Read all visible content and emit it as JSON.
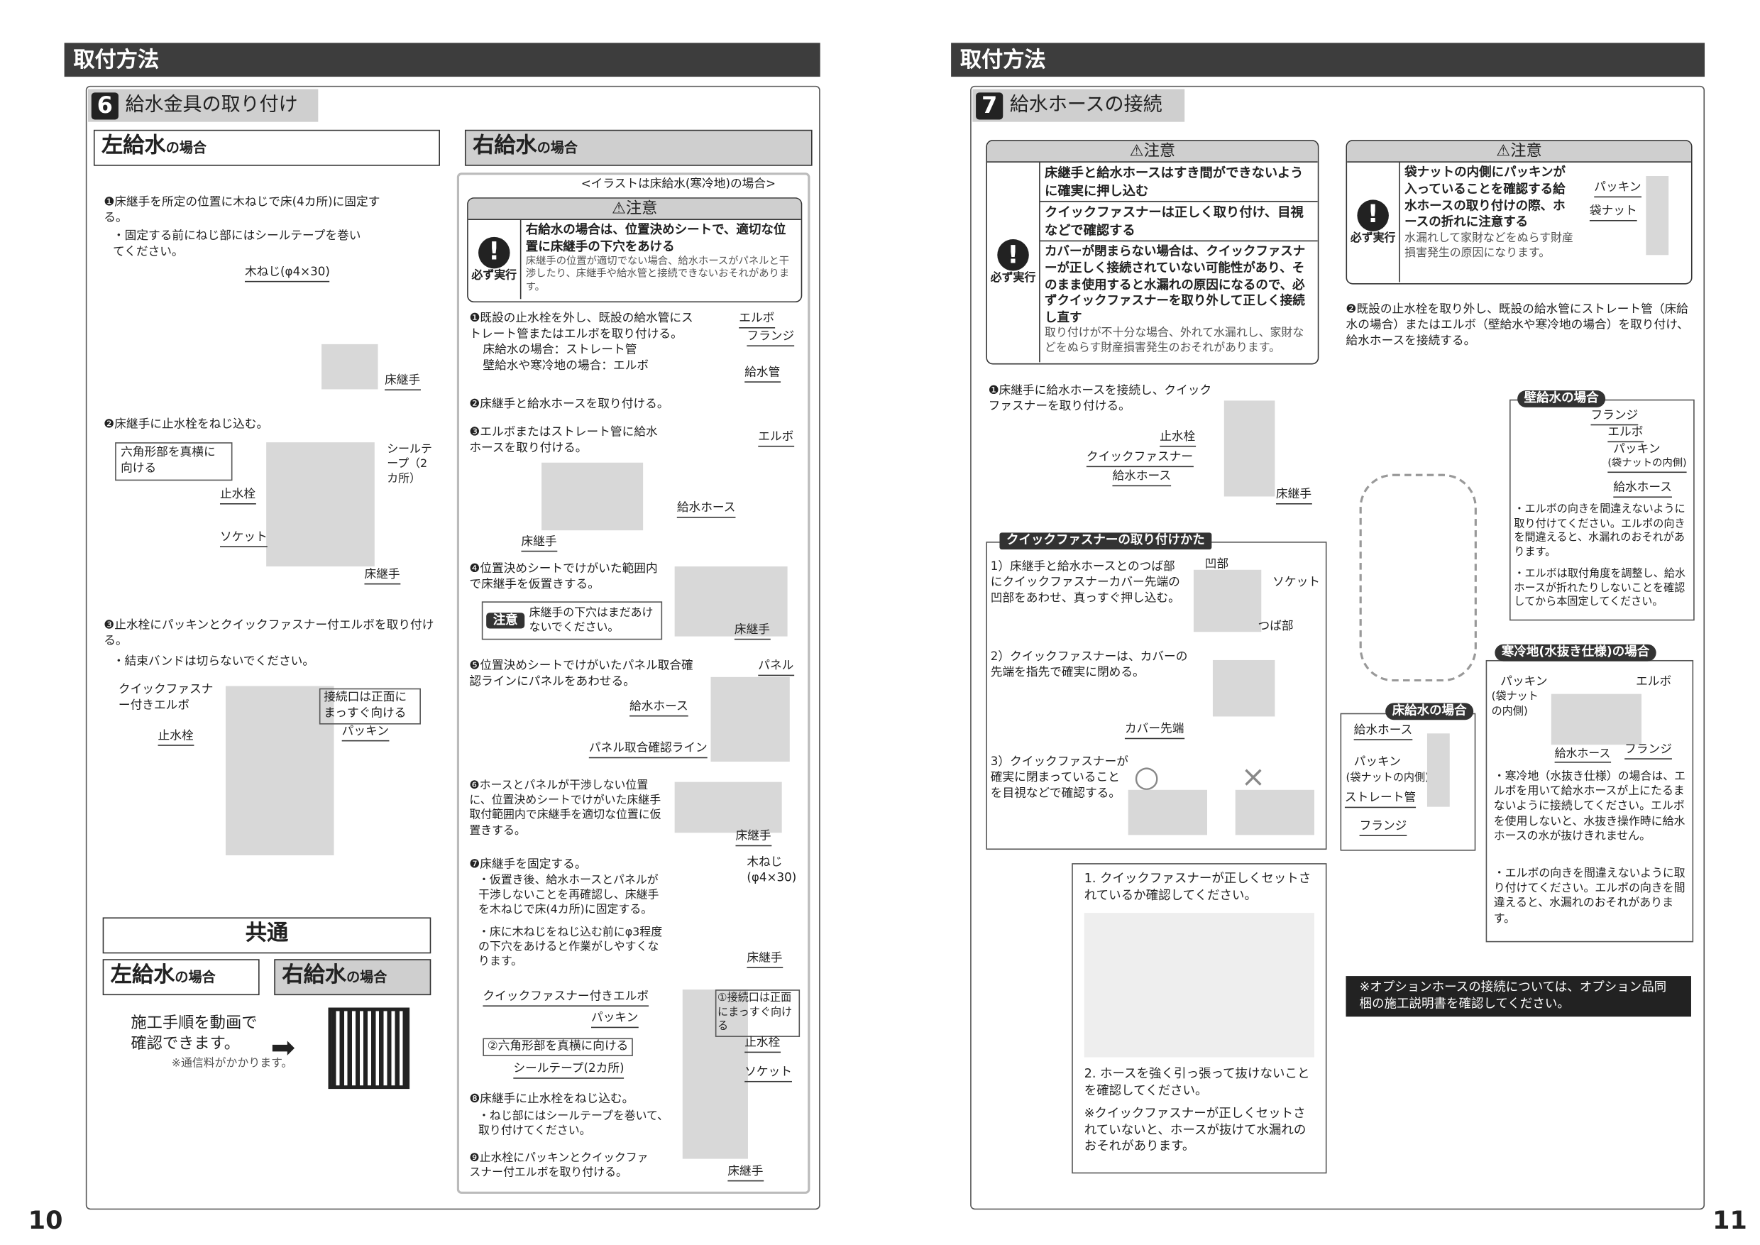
{
  "left": {
    "header": "取付方法",
    "section": {
      "num": "6",
      "title": "給水金具の取り付け"
    },
    "left_supply": {
      "heading": "左給水",
      "suffix": "の場合",
      "step1": "❶床継手を所定の位置に木ねじで床(4カ所)に固定する。",
      "step1_note": "・固定する前にねじ部にはシールテープを巻いてください。",
      "lbl_screw": "木ねじ(φ4×30)",
      "lbl_floor_joint": "床継手",
      "step2": "❷床継手に止水栓をねじ込む。",
      "lbl_hex": "六角形部を真横に向ける",
      "lbl_valve": "止水栓",
      "lbl_seal": "シールテープ（2カ所）",
      "lbl_socket": "ソケット",
      "lbl_floor_joint2": "床継手",
      "step3": "❸止水栓にパッキンとクイックファスナー付エルボを取り付ける。",
      "step3_note": "・結束バンドは切らないでください。",
      "lbl_qf_elbow": "クイックファスナー付きエルボ",
      "lbl_port": "接続口は正面にまっすぐ向ける",
      "lbl_packing": "パッキン",
      "lbl_valve2": "止水栓"
    },
    "common": {
      "title": "共通",
      "left": "左給水",
      "right": "右給水",
      "suffix": "の場合",
      "video": "施工手順を動画で確認できます。",
      "fee": "※通信料がかかります。"
    },
    "right_supply": {
      "heading": "右給水",
      "suffix": "の場合",
      "illust_note": "<イラストは床給水(寒冷地)の場合>",
      "caution": {
        "title": "⚠注意",
        "must": "必ず実行",
        "bold": "右給水の場合は、位置決めシートで、適切な位置に床継手の下穴をあける",
        "detail": "床継手の位置が適切でない場合、給水ホースがパネルと干渉したり、床継手や給水管と接続できないおそれがあります。"
      },
      "step1": "❶既設の止水栓を外し、既設の給水管にストレート管またはエルボを取り付ける。",
      "step1_a": "床給水の場合：ストレート管",
      "step1_b": "壁給水や寒冷地の場合：エルボ",
      "lbl_elbow": "エルボ",
      "lbl_flange": "フランジ",
      "lbl_pipe": "給水管",
      "step2": "❷床継手と給水ホースを取り付ける。",
      "step3": "❸エルボまたはストレート管に給水ホースを取り付ける。",
      "lbl_elbow2": "エルボ",
      "lbl_hose": "給水ホース",
      "lbl_joint": "床継手",
      "step4": "❹位置決めシートでけがいた範囲内で床継手を仮置きする。",
      "note4_tag": "注意",
      "note4": "床継手の下穴はまだあけないでください。",
      "lbl_joint4": "床継手",
      "step5": "❺位置決めシートでけがいたパネル取合確認ラインにパネルをあわせる。",
      "lbl_panel": "パネル",
      "lbl_hose5": "給水ホース",
      "lbl_line": "パネル取合確認ライン",
      "step6": "❻ホースとパネルが干渉しない位置に、位置決めシートでけがいた床継手取付範囲内で床継手を適切な位置に仮置きする。",
      "lbl_joint6": "床継手",
      "step7": "❼床継手を固定する。",
      "step7_a": "・仮置き後、給水ホースとパネルが干渉しないことを再確認し、床継手を木ねじで床(4カ所)に固定する。",
      "step7_b": "・床に木ねじをねじ込む前にφ3程度の下穴をあけると作業がしやすくなります。",
      "lbl_screw": "木ねじ(φ4×30)",
      "lbl_joint7": "床継手",
      "lbl_qf": "クイックファスナー付きエルボ",
      "lbl_port": "①接続口は正面にまっすぐ向ける",
      "lbl_packing": "パッキン",
      "lbl_hex": "②六角形部を真横に向ける",
      "lbl_valve": "止水栓",
      "lbl_seal": "シールテープ(2カ所)",
      "lbl_socket": "ソケット",
      "lbl_joint8": "床継手",
      "step8": "❽床継手に止水栓をねじ込む。",
      "step8_note": "・ねじ部にはシールテープを巻いて、取り付けてください。",
      "step9": "❾止水栓にパッキンとクイックファスナー付エルボを取り付ける。"
    },
    "page_number": "10"
  },
  "right": {
    "header": "取付方法",
    "section": {
      "num": "7",
      "title": "給水ホースの接続"
    },
    "caution1": {
      "title": "⚠注意",
      "must": "必ず実行",
      "items": [
        "床継手と給水ホースはすき間ができないように確実に押し込む",
        "クイックファスナーは正しく取り付け、目視などで確認する",
        "カバーが閉まらない場合は、クイックファスナーが正しく接続されていない可能性があり、そのまま使用すると水漏れの原因になるので、必ずクイックファスナーを取り外して正しく接続し直す"
      ],
      "detail": "取り付けが不十分な場合、外れて水漏れし、家財などをぬらす財産損害発生のおそれがあります。"
    },
    "caution2": {
      "title": "⚠注意",
      "must": "必ず実行",
      "bold": "袋ナットの内側にパッキンが入っていることを確認する給水ホースの取り付けの際、ホースの折れに注意する",
      "detail": "水漏れして家財などをぬらす財産損害発生の原因になります。",
      "lbl_packing": "パッキン",
      "lbl_nut": "袋ナット"
    },
    "step1": "❶床継手に給水ホースを接続し、クイックファスナーを取り付ける。",
    "lbl_valve": "止水栓",
    "lbl_qf": "クイックファスナー",
    "lbl_hose": "給水ホース",
    "lbl_joint": "床継手",
    "step2": "❷既設の止水栓を取り外し、既設の給水管にストレート管（床給水の場合）またはエルボ（壁給水や寒冷地の場合）を取り付け、給水ホースを接続する。",
    "qf": {
      "title": "クイックファスナーの取り付けかた",
      "s1": "1）床継手と給水ホースとのつば部にクイックファスナーカバー先端の凹部をあわせ、真っすぐ押し込む。",
      "s2": "2）クイックファスナーは、カバーの先端を指先で確実に閉める。",
      "s3": "3）クイックファスナーが確実に閉まっていることを目視などで確認する。",
      "lbl_recess": "凹部",
      "lbl_socket": "ソケット",
      "lbl_flange": "つば部",
      "lbl_cover": "カバー先端",
      "ok": "○",
      "ng": "×"
    },
    "check": {
      "c1": "1. クイックファスナーが正しくセットされているか確認してください。",
      "c2": "2. ホースを強く引っ張って抜けないことを確認してください。",
      "c3": "※クイックファスナーが正しくセットされていないと、ホースが抜けて水漏れのおそれがあります。"
    },
    "wall": {
      "title": "壁給水の場合",
      "lbl_flange": "フランジ",
      "lbl_elbow": "エルボ",
      "lbl_packing": "パッキン",
      "lbl_packing_sub": "(袋ナットの内側)",
      "lbl_hose": "給水ホース",
      "n1": "・エルボの向きを間違えないように取り付けてください。エルボの向きを間違えると、水漏れのおそれがあります。",
      "n2": "・エルボは取付角度を調整し、給水ホースが折れたりしないことを確認してから本固定してください。"
    },
    "cold": {
      "title": "寒冷地(水抜き仕様)の場合",
      "lbl_packing": "パッキン",
      "lbl_packing_sub": "(袋ナットの内側)",
      "lbl_elbow": "エルボ",
      "lbl_hose": "給水ホース",
      "lbl_flange": "フランジ",
      "n1": "・寒冷地（水抜き仕様）の場合は、エルボを用いて給水ホースが上にたるまないように接続してください。エルボを使用しないと、水抜き操作時に給水ホースの水が抜けきれません。",
      "n2": "・エルボの向きを間違えないように取り付けてください。エルボの向きを間違えると、水漏れのおそれがあります。"
    },
    "floor": {
      "title": "床給水の場合",
      "lbl_hose": "給水ホース",
      "lbl_packing": "パッキン",
      "lbl_packing_sub": "(袋ナットの内側)",
      "lbl_straight": "ストレート管",
      "lbl_flange": "フランジ"
    },
    "option_note": "※オプションホースの接続については、オプション品同梱の施工説明書を確認してください。",
    "page_number": "11"
  }
}
